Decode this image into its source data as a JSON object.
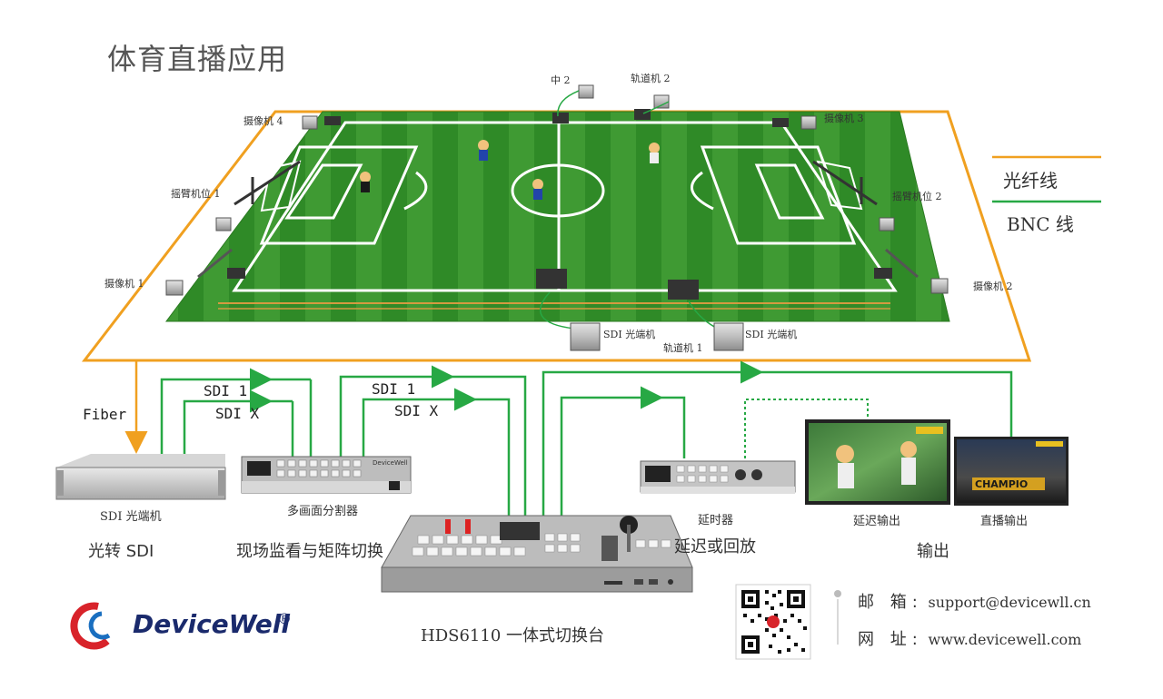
{
  "title": "体育直播应用",
  "legend": {
    "fiber": "光纤线",
    "bnc": "BNC 线",
    "fiber_color": "#F0A020",
    "bnc_color": "#27A844"
  },
  "field_labels": {
    "cam4": "摄像机 4",
    "cam3": "摄像机 3",
    "cam1": "摄像机 1",
    "cam2": "摄像机 2",
    "crane1": "摇臂机位 1",
    "crane2": "摇臂机位 2",
    "mid2": "中 2",
    "rail2": "轨道机 2",
    "rail1": "轨道机 1",
    "sdi_fiber_a": "SDI 光端机",
    "sdi_fiber_b": "SDI 光端机"
  },
  "signals": {
    "fiber": "Fiber",
    "sdi1_a": "SDI 1",
    "sdix_a": "SDI X",
    "sdi1_b": "SDI 1",
    "sdix_b": "SDI X"
  },
  "devices": {
    "fiber_rx_label": "SDI 光端机",
    "fiber_rx_caption": "光转 SDI",
    "multiview_label": "多画面分割器",
    "multiview_caption": "现场监看与矩阵切换",
    "switcher_caption": "HDS6110  一体式切换台",
    "delay_label": "延时器",
    "delay_caption": "延迟或回放",
    "delay_out_label": "延迟输出",
    "live_out_label": "直播输出",
    "output_caption": "输出",
    "screen_banner": "CHAMPIO",
    "brand_small": "DeviceWell"
  },
  "contact": {
    "mail_key": "邮 箱:",
    "mail_value": "support@devicewll.cn",
    "web_key": "网 址:",
    "web_value": "www.devicewell.com"
  },
  "logo": {
    "text": "DeviceWell",
    "reg": "®"
  }
}
